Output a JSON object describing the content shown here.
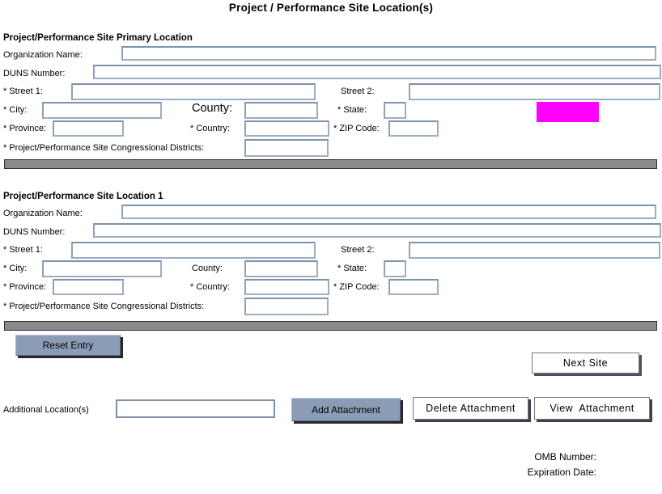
{
  "title": "Project / Performance Site Location(s)",
  "colors": {
    "highlight_magenta": "#ff00ff",
    "button_steel": "#8b9db6",
    "divider_gray": "#8a8a8a",
    "input_border": "#9dadc2"
  },
  "sections": [
    {
      "header": "Project/Performance Site Primary Location",
      "labels": {
        "organization_name": "Organization Name:",
        "duns": "DUNS Number:",
        "street1": "* Street 1:",
        "street2": "Street 2:",
        "city": "* City:",
        "county": "County:",
        "state": "* State:",
        "province": "* Province:",
        "country": "* Country:",
        "zip": "* ZIP Code:",
        "districts": "* Project/Performance Site Congressional Districts:"
      },
      "values": {
        "organization_name": "",
        "duns": "",
        "street1": "",
        "street2": "",
        "city": "",
        "county": "",
        "state": "",
        "province": "",
        "country": "",
        "zip": "",
        "districts": ""
      }
    },
    {
      "header": "Project/Performance Site Location 1",
      "labels": {
        "organization_name": "Organization Name:",
        "duns": "DUNS Number:",
        "street1": "* Street 1:",
        "street2": "Street 2:",
        "city": "* City:",
        "county": "County:",
        "state": "* State:",
        "province": "* Province:",
        "country": "* Country:",
        "zip": "* ZIP Code:",
        "districts": "* Project/Performance Site Congressional Districts:"
      },
      "values": {
        "organization_name": "",
        "duns": "",
        "street1": "",
        "street2": "",
        "city": "",
        "county": "",
        "state": "",
        "province": "",
        "country": "",
        "zip": "",
        "districts": ""
      }
    }
  ],
  "buttons": {
    "reset": "Reset Entry",
    "next_site": "Next Site",
    "add_attachment": "Add Attachment",
    "delete_attachment": "Delete Attachment",
    "view_attachment": "View  Attachment"
  },
  "additional": {
    "label": "Additional Location(s)",
    "value": ""
  },
  "footer": {
    "omb_label": "OMB Number:",
    "expiration_label": "Expiration Date:"
  }
}
